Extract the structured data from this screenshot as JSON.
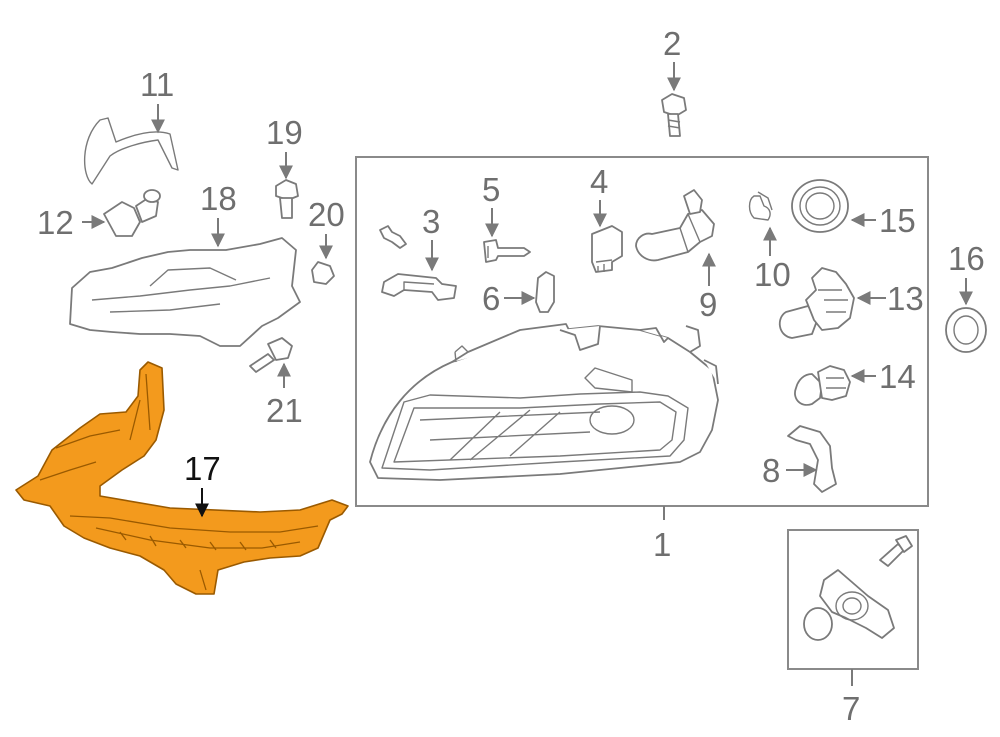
{
  "diagram": {
    "highlight_color": "#f39a1d",
    "callouts": {
      "c1": "1",
      "c2": "2",
      "c3": "3",
      "c4": "4",
      "c5": "5",
      "c6": "6",
      "c7": "7",
      "c8": "8",
      "c9": "9",
      "c10": "10",
      "c11": "11",
      "c12": "12",
      "c13": "13",
      "c14": "14",
      "c15": "15",
      "c16": "16",
      "c17": "17",
      "c18": "18",
      "c19": "19",
      "c20": "20",
      "c21": "21"
    }
  }
}
